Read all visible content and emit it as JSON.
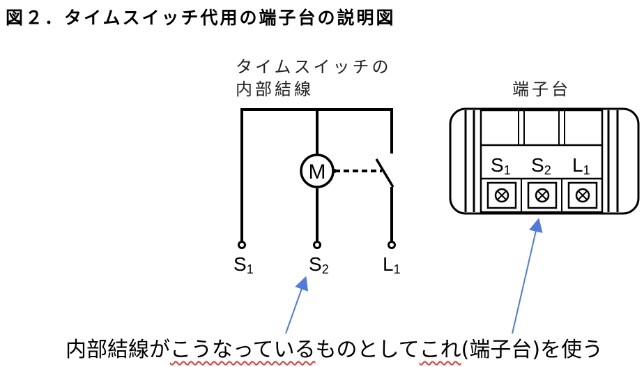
{
  "title": "図２．タイムスイッチ代用の端子台の説明図",
  "switch_wiring": {
    "label_line1": "タイムスイッチの",
    "label_line2": "内部結線",
    "motor": "M",
    "terminals": [
      {
        "base": "S",
        "sub": "1"
      },
      {
        "base": "S",
        "sub": "2"
      },
      {
        "base": "L",
        "sub": "1"
      }
    ]
  },
  "terminal_block": {
    "label": "端子台",
    "terminals": [
      {
        "base": "S",
        "sub": "1"
      },
      {
        "base": "S",
        "sub": "2"
      },
      {
        "base": "L",
        "sub": "1"
      }
    ]
  },
  "caption": {
    "part1": "内部結線が",
    "part2": "こうなっている",
    "part3": "ものとして",
    "part4": "これ",
    "part5": "(端子台)を使う"
  },
  "colors": {
    "arrow": "#4f7be0",
    "underline": "#e53935",
    "line": "#000000"
  }
}
